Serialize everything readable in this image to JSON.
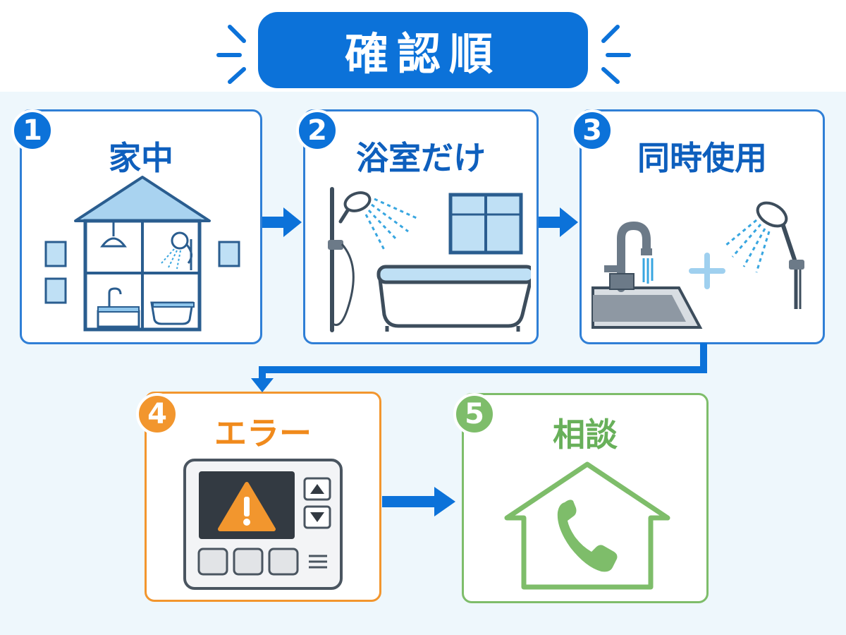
{
  "title": "確認順",
  "steps": [
    {
      "number": "1",
      "label": "家中",
      "icon": "house-cross-section-icon"
    },
    {
      "number": "2",
      "label": "浴室だけ",
      "icon": "shower-bathtub-icon"
    },
    {
      "number": "3",
      "label": "同時使用",
      "icon": "faucet-plus-shower-icon"
    },
    {
      "number": "4",
      "label": "エラー",
      "icon": "remote-error-icon"
    },
    {
      "number": "5",
      "label": "相談",
      "icon": "house-phone-icon"
    }
  ],
  "colors": {
    "blue": "#0c72d9",
    "orange": "#f2962e",
    "green": "#7ebd6a",
    "background": "#eef7fc"
  }
}
